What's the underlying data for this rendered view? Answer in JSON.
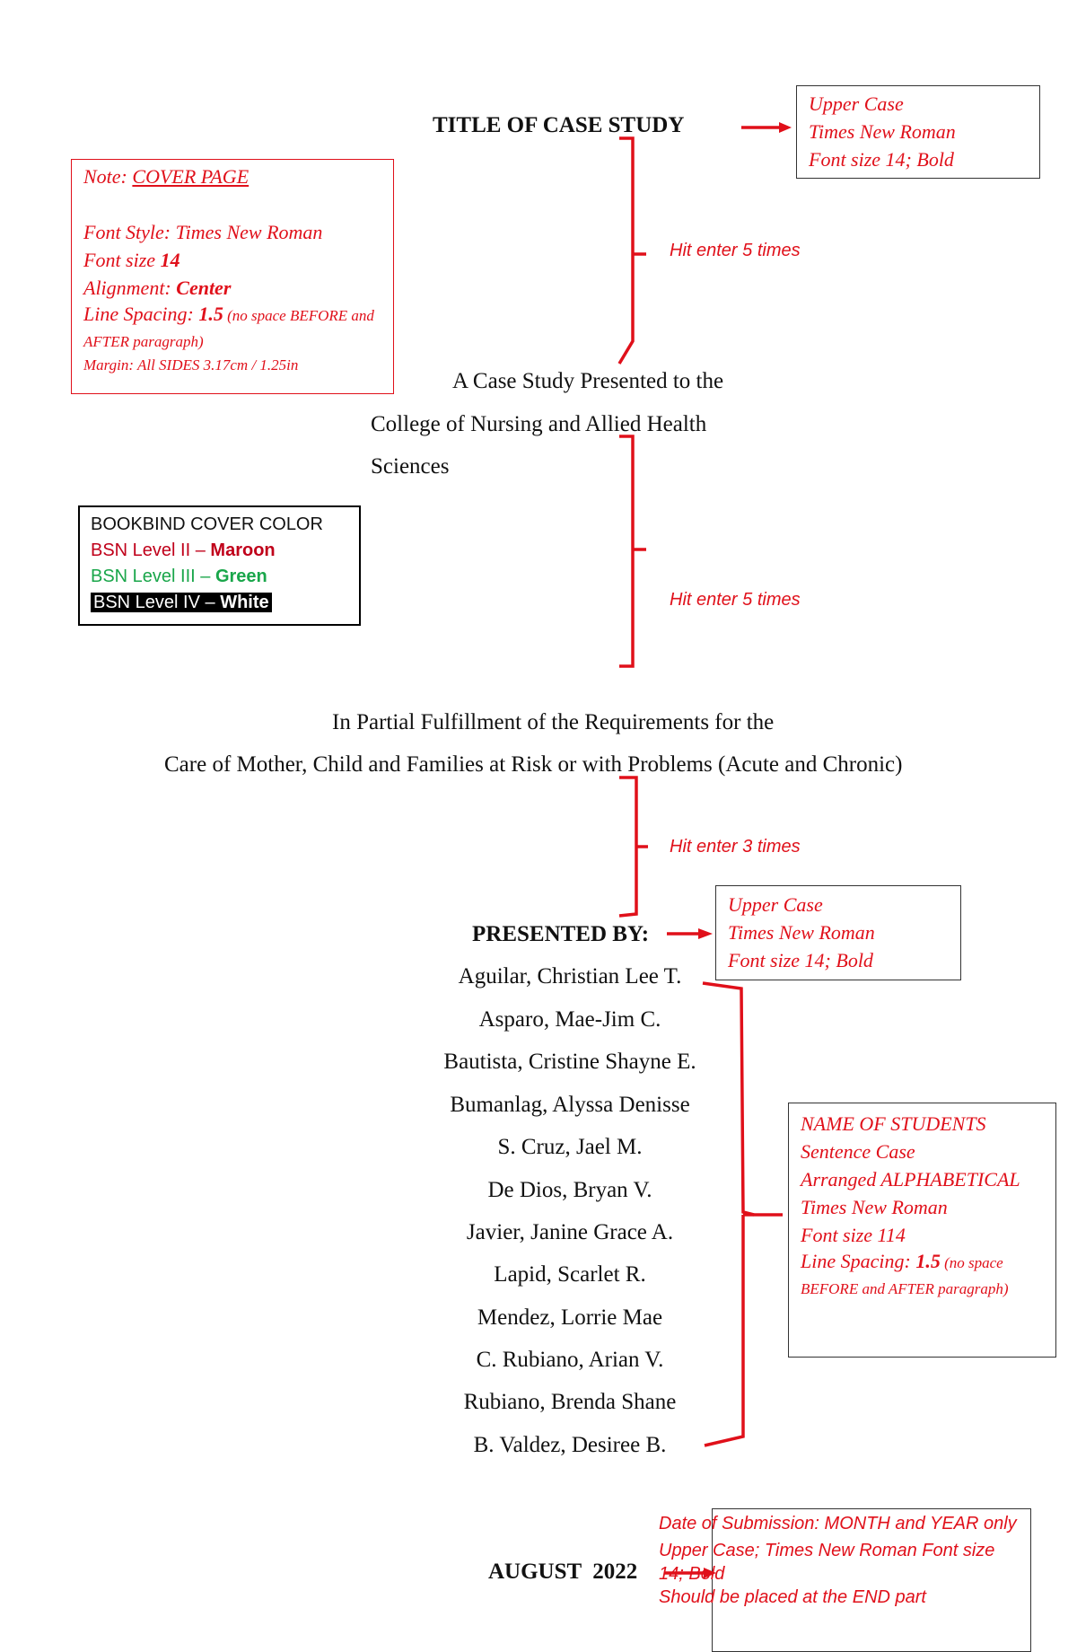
{
  "title": "TITLE OF CASE STUDY",
  "title_note": [
    "Upper Case",
    "Times New Roman",
    "Font size 14; Bold"
  ],
  "cover_note": {
    "note_label": "Note: ",
    "note_value": "COVER PAGE",
    "font_style": "Font Style: Times New Roman",
    "font_size_label": "Font size ",
    "font_size_value": "14",
    "alignment_label": "Alignment: ",
    "alignment_value": "Center",
    "line_spacing_label": "Line Spacing: ",
    "line_spacing_value": "1.5",
    "line_spacing_extra": " (no space BEFORE and AFTER paragraph)",
    "margin": "Margin: All SIDES 3.17cm / 1.25in"
  },
  "hints": [
    "Hit enter 5 times",
    "Hit enter 5 times",
    "Hit enter 3 times"
  ],
  "presented_to": [
    "A Case Study Presented to the",
    "College of Nursing and Allied Health",
    "Sciences"
  ],
  "bookbind": {
    "header": "BOOKBIND COVER COLOR",
    "rows": [
      {
        "level": "BSN Level II – ",
        "color": "Maroon"
      },
      {
        "level": "BSN Level III – ",
        "color": "Green"
      },
      {
        "level": "BSN Level IV – ",
        "color": "White"
      }
    ]
  },
  "fulfillment": [
    "In Partial Fulfillment of the Requirements for the",
    "Care of Mother, Child and Families at Risk or with Problems (Acute and Chronic)"
  ],
  "presented_by": "PRESENTED BY:",
  "presented_by_note": [
    "Upper Case",
    "Times New Roman",
    "Font size 14; Bold"
  ],
  "students": [
    "Aguilar, Christian Lee T.",
    "Asparo, Mae-Jim C.",
    "Bautista, Cristine Shayne E.",
    "Bumanlag, Alyssa Denisse",
    "S. Cruz, Jael M.",
    "De Dios, Bryan V.",
    "Javier, Janine Grace A.",
    "Lapid, Scarlet R.",
    "Mendez, Lorrie Mae",
    "C. Rubiano, Arian V.",
    "Rubiano, Brenda Shane",
    "B. Valdez, Desiree B."
  ],
  "students_note": {
    "lines": [
      "NAME OF STUDENTS",
      "Sentence Case",
      "Arranged ALPHABETICAL",
      "Times New Roman",
      "Font size 114"
    ],
    "line_spacing_label": "Line Spacing: ",
    "line_spacing_value": "1.5",
    "line_spacing_extra": " (no space BEFORE and AFTER paragraph)"
  },
  "date": "AUGUST  2022",
  "date_note": [
    "Date of Submission: MONTH and YEAR only",
    "Upper Case; Times New Roman Font size",
    "14; Bold",
    "Should be placed at the END part"
  ],
  "colors": {
    "annotation_red": "#e0101a",
    "maroon": "#c0001a",
    "green": "#19a64a"
  }
}
